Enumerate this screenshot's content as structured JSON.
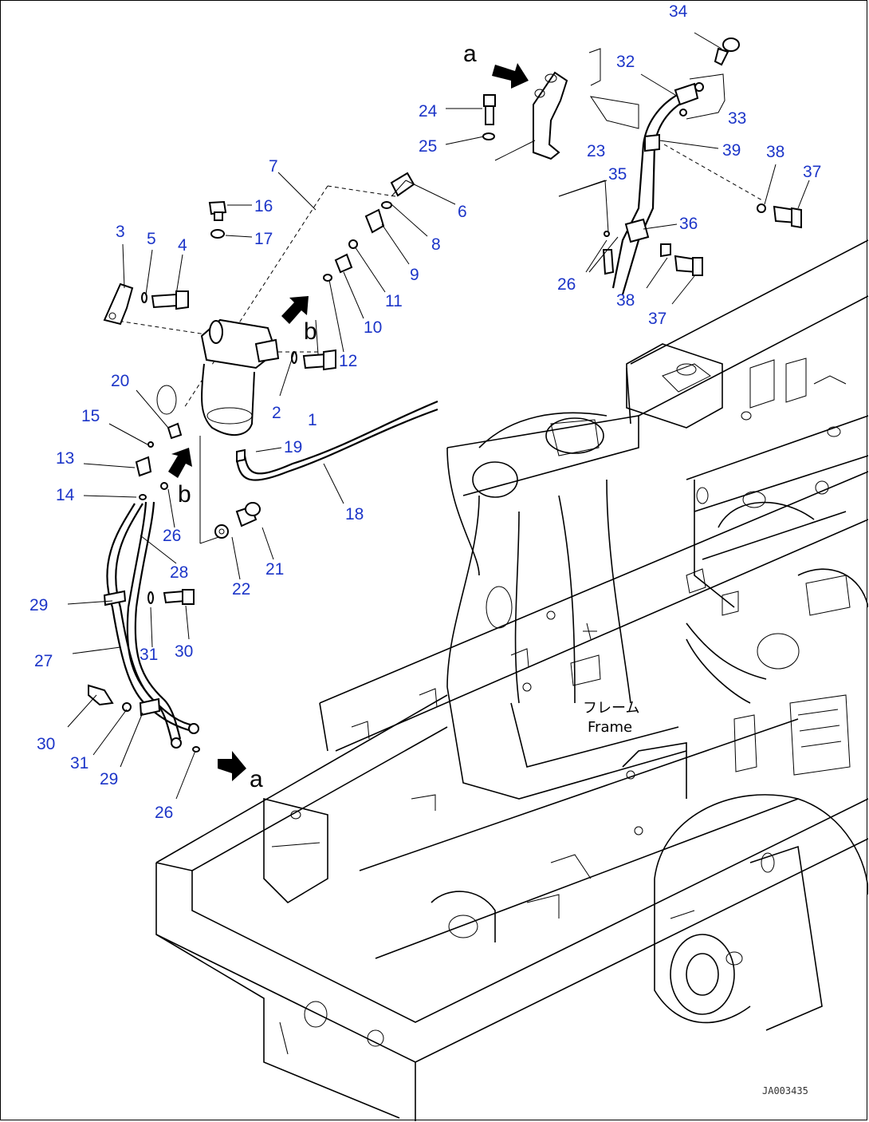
{
  "callouts": {
    "n1": "1",
    "n2": "2",
    "n3": "3",
    "n4": "4",
    "n5": "5",
    "n6": "6",
    "n7": "7",
    "n8": "8",
    "n9": "9",
    "n10": "10",
    "n11": "11",
    "n12": "12",
    "n13": "13",
    "n14": "14",
    "n15": "15",
    "n16": "16",
    "n17": "17",
    "n18": "18",
    "n19": "19",
    "n20": "20",
    "n21": "21",
    "n22": "22",
    "n23": "23",
    "n24": "24",
    "n25": "25",
    "n26a": "26",
    "n26b": "26",
    "n26c": "26",
    "n27": "27",
    "n28": "28",
    "n29a": "29",
    "n29b": "29",
    "n30a": "30",
    "n30b": "30",
    "n31a": "31",
    "n31b": "31",
    "n32": "32",
    "n33": "33",
    "n34": "34",
    "n35": "35",
    "n36": "36",
    "n37a": "37",
    "n37b": "37",
    "n38a": "38",
    "n38b": "38",
    "n39": "39"
  },
  "view_letters": {
    "a_top": "a",
    "a_bottom": "a",
    "b_top": "b",
    "b_bottom": "b"
  },
  "frame_label": {
    "japanese": "フレーム",
    "english": "Frame"
  },
  "figure_code": "JA003435"
}
